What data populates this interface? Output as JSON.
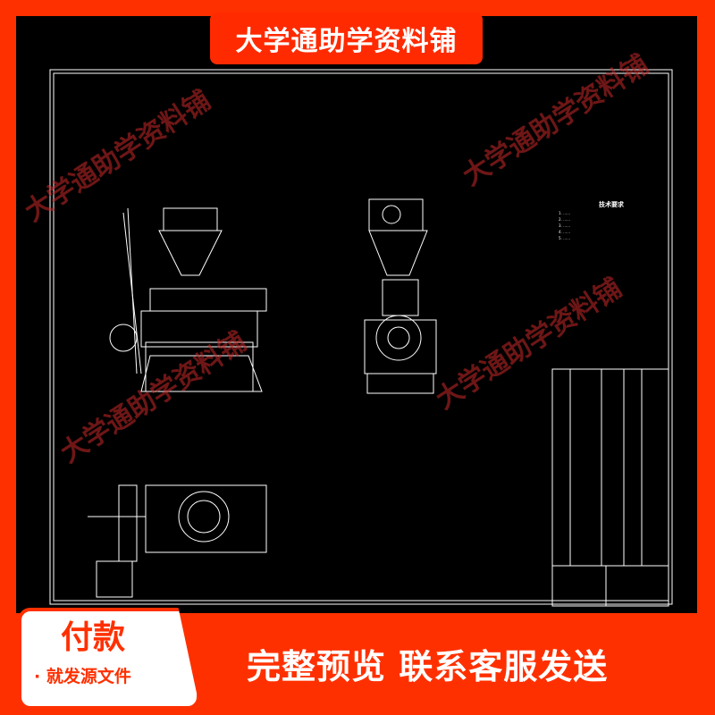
{
  "header": {
    "title": "大学通助学资料铺"
  },
  "watermarks": [
    "大学通助学资料铺",
    "大学通助学资料铺",
    "大学通助学资料铺",
    "大学通助学资料铺"
  ],
  "drawing": {
    "requirements_title": "技术要求",
    "requirements_lines": [
      "1. ……",
      "2. ……",
      "3. ……",
      "4. ……",
      "5. ……"
    ],
    "colors": {
      "background": "#000000",
      "lines": "#ffffff"
    }
  },
  "footer": {
    "pay_title": "付款",
    "pay_subtitle": "· 就发源文件",
    "cta": "完整预览  联系客服发送",
    "accent": "#ff3000"
  }
}
